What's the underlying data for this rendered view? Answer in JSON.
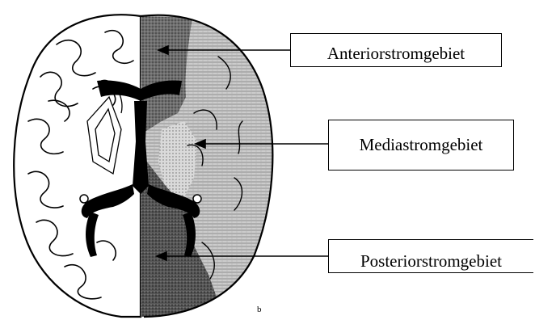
{
  "labels": {
    "anterior": "Anteriorstromgebiet",
    "media": "Mediastromgebiet",
    "posterior": "Posteriorstromgebiet"
  },
  "figure_mark": "b",
  "colors": {
    "outline": "#000000",
    "anterior_fill": "#6a6a6a",
    "media_fill": "#bdbdbd",
    "posterior_fill": "#555555",
    "background": "#ffffff"
  }
}
